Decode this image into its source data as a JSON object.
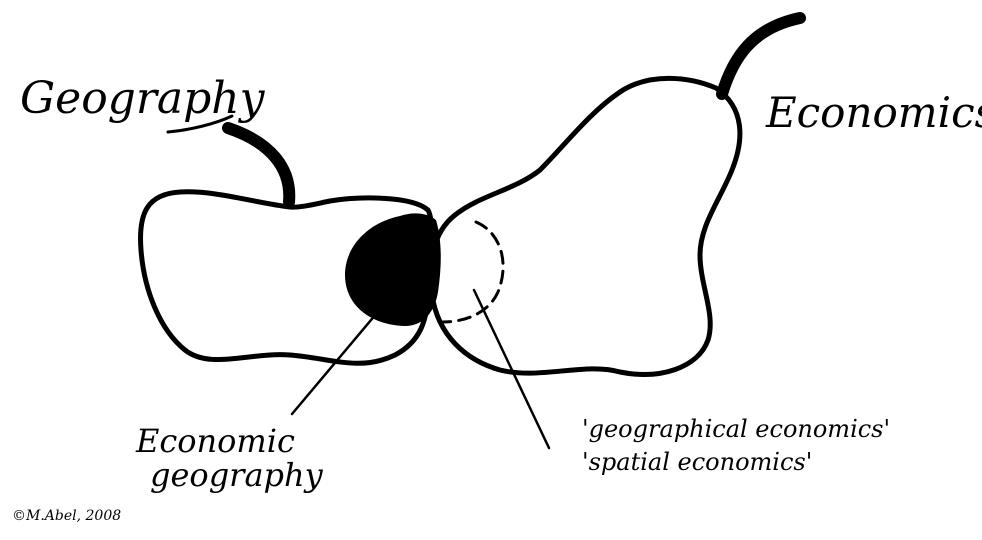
{
  "labels": {
    "geography": "Geography",
    "economics": "Economics",
    "economic_geography_line1": "Economic",
    "economic_geography_line2": "geography",
    "geographical_economics": "'geographical economics'",
    "spatial_economics": "'spatial economics'",
    "credit": "©M.Abel, 2008"
  },
  "regions": {
    "apple": "Geography",
    "pear": "Economics",
    "overlap_filled": "Economic geography",
    "overlap_dashed": "geographical economics / spatial economics"
  },
  "colors": {
    "ink": "#000000",
    "background": "#ffffff"
  }
}
